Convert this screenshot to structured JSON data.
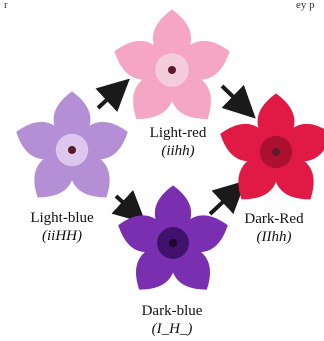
{
  "header_fragment": {
    "left": "r",
    "right": "ey p"
  },
  "phenotypes": {
    "light_red": {
      "name": "Light-red",
      "genotype": "(iihh)",
      "petal_color": "#f4a6c4",
      "center_color": "#f6d8e4"
    },
    "light_blue": {
      "name": "Light-blue",
      "genotype": "(iiHH)",
      "petal_color": "#b58fd6",
      "center_color": "#ead9f5"
    },
    "dark_red": {
      "name": "Dark-Red",
      "genotype": "(IIhh)",
      "petal_color": "#e01a44",
      "center_color": "#9c0f2b"
    },
    "dark_blue": {
      "name": "Dark-blue",
      "genotype": "(I_H_)",
      "petal_color": "#7a2fb0",
      "center_color": "#3a0f66"
    }
  },
  "arrow_color": "#1a1a1a"
}
